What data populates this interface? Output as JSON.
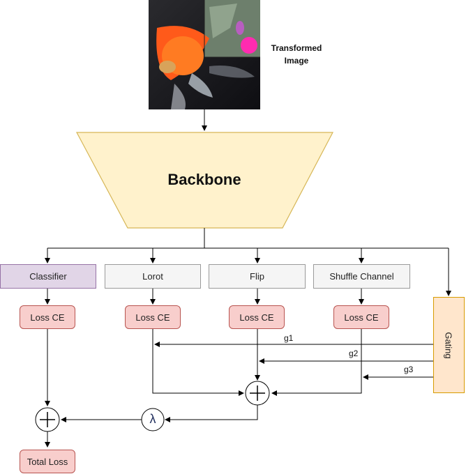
{
  "input": {
    "label": "Transformed Image"
  },
  "backbone": {
    "label": "Backbone"
  },
  "heads": [
    {
      "label": "Classifier"
    },
    {
      "label": "Lorot"
    },
    {
      "label": "Flip"
    },
    {
      "label": "Shuffle Channel"
    }
  ],
  "losses": [
    {
      "label": "Loss CE"
    },
    {
      "label": "Loss CE"
    },
    {
      "label": "Loss CE"
    },
    {
      "label": "Loss CE"
    }
  ],
  "gating": {
    "label": "Gating",
    "weights": [
      "g1",
      "g2",
      "g3"
    ]
  },
  "ops": {
    "sum": "+",
    "scale": "λ"
  },
  "output": {
    "label": "Total Loss"
  },
  "colors": {
    "backbone_fill": "#fff2cc",
    "backbone_stroke": "#d6b656",
    "classifier_fill": "#e1d5e7",
    "loss_fill": "#f8cecc",
    "gating_fill": "#ffe6cc",
    "head_fill": "#f5f5f5"
  }
}
